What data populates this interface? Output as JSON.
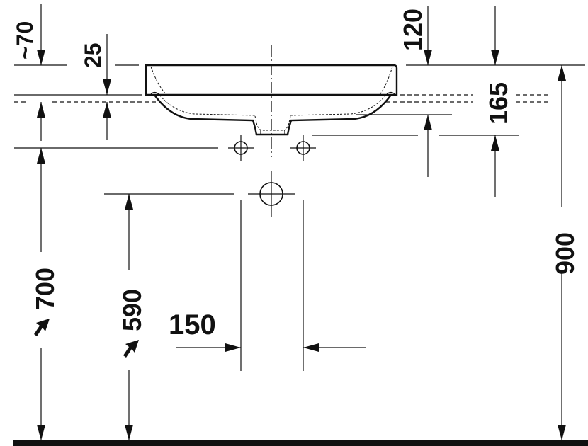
{
  "drawing": {
    "title": "Washbasin side view installation dimensions",
    "units": "mm",
    "colors": {
      "ink": "#111111",
      "background": "#ffffff"
    },
    "dimensions": {
      "overflow_top": {
        "label": "~70"
      },
      "rim_depth": {
        "label": "25"
      },
      "outlet_height": {
        "label": "120"
      },
      "waste_depth": {
        "label": "165"
      },
      "rim_height": {
        "label": "900"
      },
      "tap_height": {
        "label": "700"
      },
      "drain_height": {
        "label": "590"
      },
      "drain_spacing": {
        "label": "150"
      }
    },
    "markers": {
      "tap_holes": 2,
      "drain_connection": 1
    }
  }
}
